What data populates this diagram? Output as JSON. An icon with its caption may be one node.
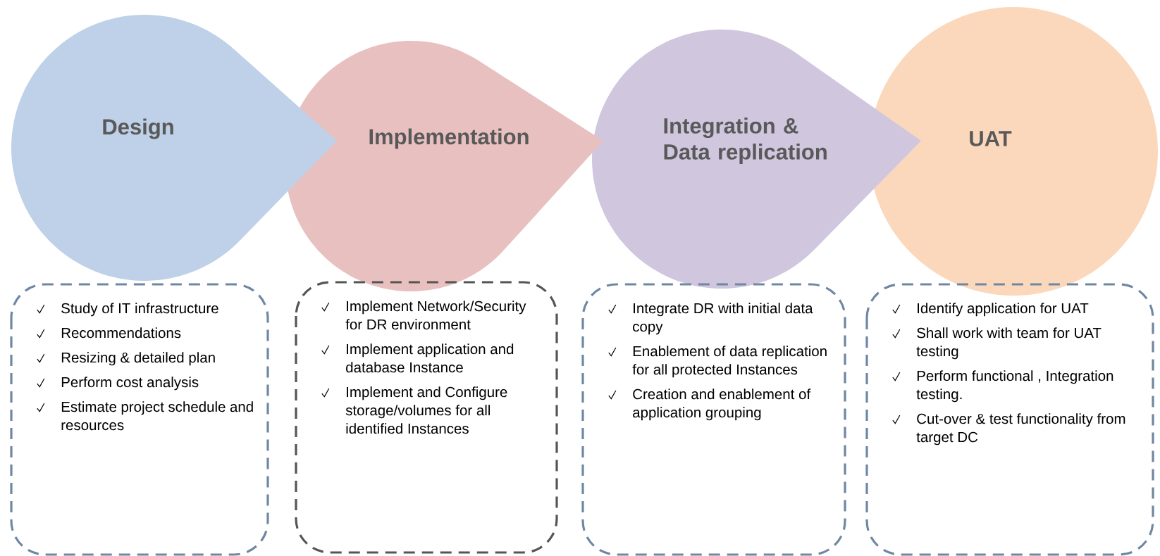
{
  "diagram": {
    "nodes": [
      {
        "text": [
          "Design"
        ]
      },
      {
        "text": [
          "Implementation"
        ]
      },
      {
        "text": [
          "Integration & Data replication"
        ]
      },
      {
        "text": [
          "UAT"
        ]
      },
      {
        "text": [
          "Study of IT infrastructure",
          "Recommendations",
          "Resizing & detailed plan",
          "Perform cost analysis",
          "Estimate project schedule and resources"
        ]
      },
      {
        "text": [
          "Implement Network/Security for DR environment",
          "Implement application and database Instance",
          "Implement and Configure storage/volumes for all identified Instances"
        ]
      },
      {
        "text": [
          "Integrate DR with initial data copy",
          "Enablement of data replication for all protected Instances",
          "Creation and enablement of application grouping"
        ]
      },
      {
        "text": [
          "Identify application for UAT",
          "Shall work with team for UAT testing",
          "Perform functional , Integration testing.",
          "Cut-over & test functionality from target DC"
        ]
      }
    ],
    "edges": []
  }
}
